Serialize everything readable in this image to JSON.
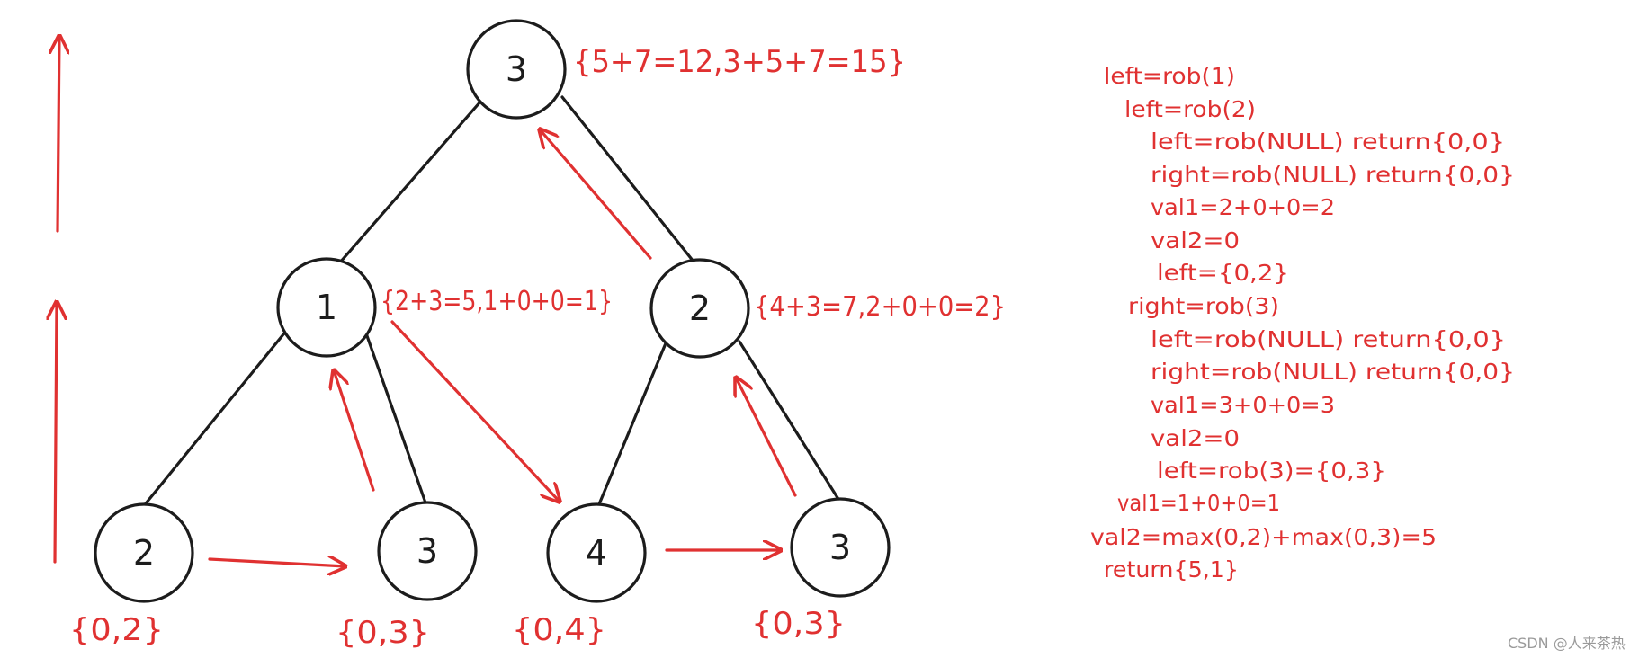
{
  "diagram": {
    "colors": {
      "ink": "#1c1c1c",
      "accent": "#e03131"
    },
    "nodes": [
      {
        "id": "root",
        "value": "3",
        "annotation": "{5+7=12,3+5+7=15}"
      },
      {
        "id": "mid-left",
        "value": "1",
        "annotation": "{2+3=5,1+0+0=1}"
      },
      {
        "id": "mid-right",
        "value": "2",
        "annotation": "{4+3=7,2+0+0=2}"
      },
      {
        "id": "leaf-1",
        "value": "2",
        "annotation": "{0,2}"
      },
      {
        "id": "leaf-2",
        "value": "3",
        "annotation": "{0,3}"
      },
      {
        "id": "leaf-3",
        "value": "4",
        "annotation": "{0,4}"
      },
      {
        "id": "leaf-4",
        "value": "3",
        "annotation": "{0,3}"
      }
    ],
    "trace_lines": [
      "left=rob(1)",
      "left=rob(2)",
      "left=rob(NULL) return{0,0}",
      "right=rob(NULL) return{0,0}",
      "val1=2+0+0=2",
      "val2=0",
      "left={0,2}",
      "right=rob(3)",
      "left=rob(NULL) return{0,0}",
      "right=rob(NULL) return{0,0}",
      "val1=3+0+0=3",
      "val2=0",
      "left=rob(3)={0,3}",
      "val1=1+0+0=1",
      "val2=max(0,2)+max(0,3)=5",
      "return{5,1}"
    ],
    "watermark": "CSDN @人来茶热"
  }
}
